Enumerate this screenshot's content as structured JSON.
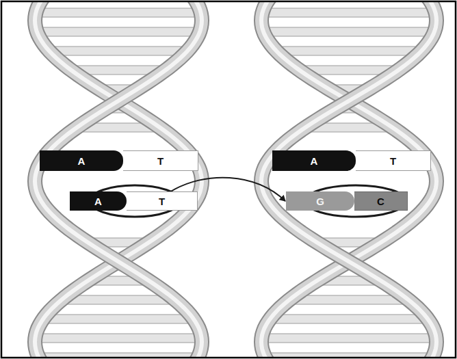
{
  "diagram": {
    "nodes": [
      {
        "text": [
          "A"
        ]
      },
      {
        "text": [
          "T"
        ]
      },
      {
        "text": [
          "A"
        ]
      },
      {
        "text": [
          "T"
        ]
      },
      {
        "text": [
          "A"
        ]
      },
      {
        "text": [
          "T"
        ]
      },
      {
        "text": [
          "G"
        ]
      },
      {
        "text": [
          "C"
        ]
      }
    ],
    "edges": [
      {
        "from": 3,
        "to": 6,
        "arrow": "to"
      }
    ]
  }
}
